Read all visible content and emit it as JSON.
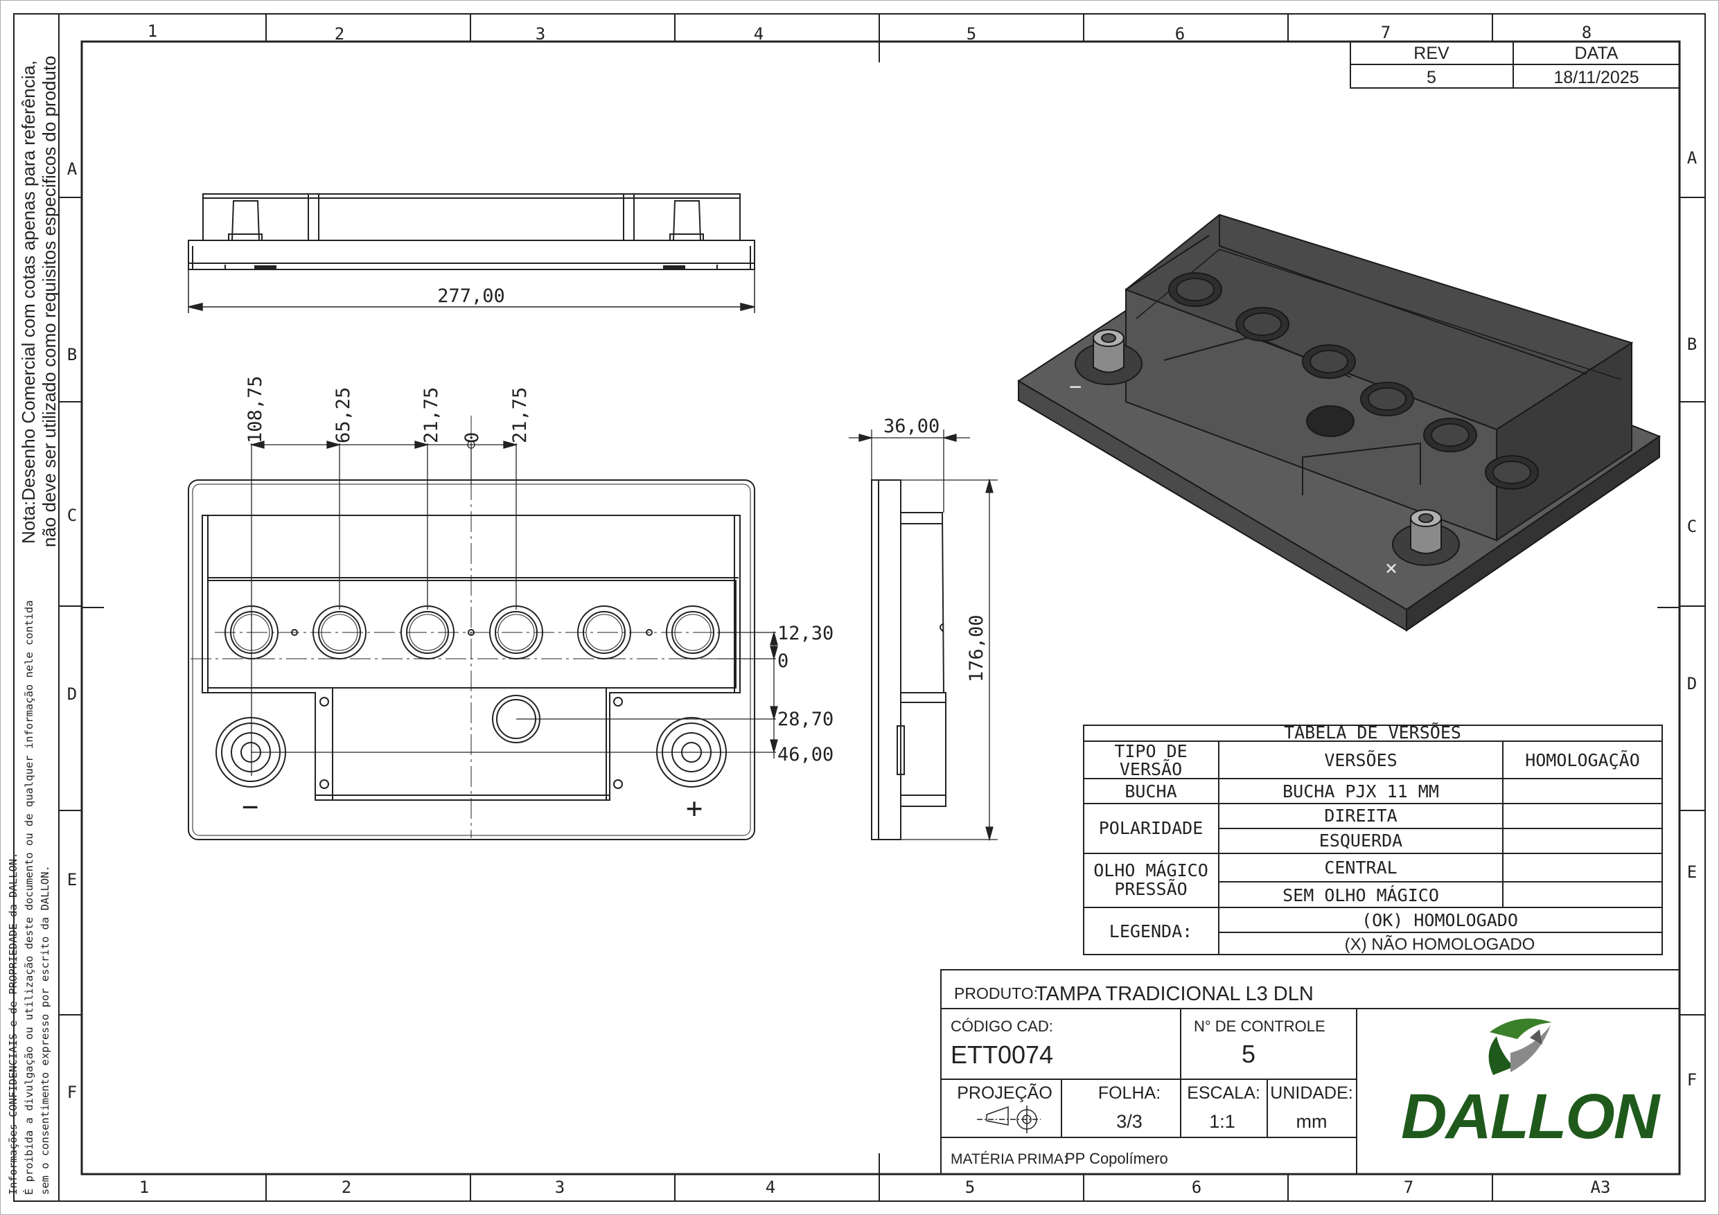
{
  "grid": {
    "columns": [
      "1",
      "2",
      "3",
      "4",
      "5",
      "6",
      "7",
      "8"
    ],
    "bottom_columns": [
      "1",
      "2",
      "3",
      "4",
      "5",
      "6",
      "7",
      "A3"
    ],
    "rows": [
      "A",
      "B",
      "C",
      "D",
      "E",
      "F"
    ]
  },
  "side_notes": {
    "note_line1": "Nota:Desenho Comercial com cotas apenas para referência,",
    "note_line2": "não deve ser utilizado como requisitos especificos do produto",
    "conf_line1": "Informações CONFIDENCIAIS e de PROPRIEDADE da DALLON.",
    "conf_line2": "É proibida a divulgação ou utilização deste documento ou de qualquer informação nele contida",
    "conf_line3": "sem o consentimento expresso por escrito da DALLON."
  },
  "revision": {
    "rev_label": "REV",
    "date_label": "DATA",
    "rev_value": "5",
    "date_value": "18/11/2025"
  },
  "dimensions": {
    "overall_length": "277,00",
    "x_108_75": "108,75",
    "x_65_25": "65,25",
    "x_21_75_left": "21,75",
    "x_zero": "0",
    "x_21_75_right": "21,75",
    "y_12_30": "12,30",
    "y_zero": "0",
    "y_28_70": "28,70",
    "y_46_00": "46,00",
    "side_depth": "36,00",
    "side_height": "176,00"
  },
  "symbols": {
    "minus": "−",
    "plus": "+",
    "iso_minus": "−",
    "iso_plus": "×"
  },
  "versions_table": {
    "title": "TABELA DE VERSÕES",
    "col_type_line1": "TIPO DE",
    "col_type_line2": "VERSÃO",
    "col_versions": "VERSÕES",
    "col_homolog": "HOMOLOGAÇÃO",
    "bucha_label": "BUCHA",
    "bucha_value": "BUCHA PJX 11 MM",
    "polaridade_label": "POLARIDADE",
    "polaridade_v1": "DIREITA",
    "polaridade_v2": "ESQUERDA",
    "olho_label_line1": "OLHO MÁGICO",
    "olho_label_line2": "PRESSÃO",
    "olho_v1": "CENTRAL",
    "olho_v2": "SEM OLHO MÁGICO",
    "legenda_label": "LEGENDA:",
    "legenda_v1": "(OK) HOMOLOGADO",
    "legenda_v2": "(X) NÃO HOMOLOGADO"
  },
  "title_block": {
    "produto_label": "PRODUTO:",
    "produto_value": "TAMPA TRADICIONAL L3 DLN",
    "codigo_label": "CÓDIGO CAD:",
    "codigo_value": "ETT0074",
    "controle_label": "N° DE CONTROLE",
    "controle_value": "5",
    "projecao_label": "PROJEÇÃO",
    "folha_label": "FOLHA:",
    "folha_value": "3/3",
    "escala_label": "ESCALA:",
    "escala_value": "1:1",
    "unidade_label": "UNIDADE:",
    "unidade_value": "mm",
    "materia_label": "MATÉRIA PRIMA:",
    "materia_value": "PP Copolímero",
    "logo_text": "DALLON"
  },
  "colors": {
    "line": "#222222",
    "logo_green": "#1f5a1c",
    "logo_grey": "#8a8a8a",
    "iso_face": "#5a5a5a",
    "iso_top": "#474747",
    "iso_dark": "#2e2e2e"
  }
}
